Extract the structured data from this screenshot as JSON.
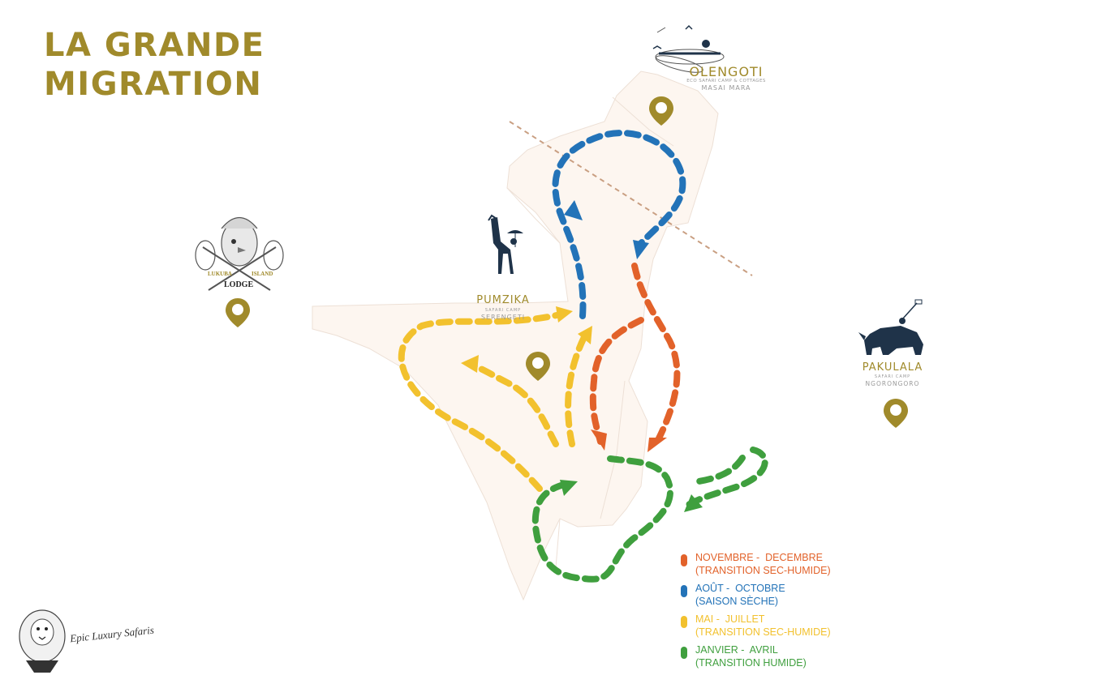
{
  "title": {
    "line1": "LA GRANDE",
    "line2": "MIGRATION"
  },
  "colors": {
    "gold": "#a08a2b",
    "navy": "#1f3349",
    "land": "#fdf6f0",
    "border_line": "#c99f82",
    "orange": "#e2622a",
    "blue": "#2373b8",
    "yellow": "#f2c12e",
    "green": "#3f9f3e"
  },
  "camps": {
    "olengoti": {
      "name": "OLENGOTI",
      "subtitle": "ECO SAFARI CAMP & COTTAGES",
      "region": "MASAI MARA",
      "icon": "dragonfly-rider-logo"
    },
    "pumzika": {
      "name": "PUMZIKA",
      "subtitle": "SAFARI CAMP",
      "region": "SERENGETI",
      "icon": "giraffe-rider-logo"
    },
    "pakulala": {
      "name": "PAKULALA",
      "subtitle": "SAFARI CAMP",
      "region": "NGORONGORO",
      "icon": "rhino-rider-logo"
    },
    "lukuba": {
      "name_left": "LUKUBA",
      "name_right": "ISLAND",
      "lodge": "LODGE",
      "icon": "bird-nets-logo"
    }
  },
  "legend": [
    {
      "period": "NOVEMBRE -  DECEMBRE",
      "season": "(TRANSITION SEC-HUMIDE)",
      "color": "#e2622a"
    },
    {
      "period": "AOÛT -  OCTOBRE",
      "season": "(SAISON SÈCHE)",
      "color": "#2373b8"
    },
    {
      "period": "MAI -  JUILLET",
      "season": "(TRANSITION SEC-HUMIDE)",
      "color": "#f2c12e"
    },
    {
      "period": "JANVIER -  AVRIL",
      "season": "(TRANSITION HUMIDE)",
      "color": "#3f9f3e"
    }
  ],
  "brand": {
    "text": "Epic Luxury Safaris",
    "icon": "lion-logo"
  }
}
